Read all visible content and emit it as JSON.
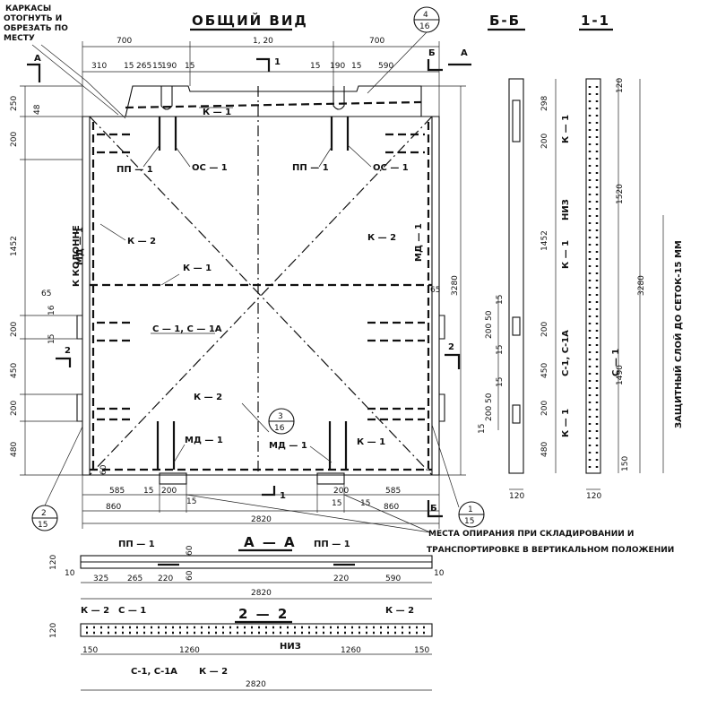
{
  "titles": {
    "general_view": "ОБЩИЙ ВИД",
    "section_bb": "Б-Б",
    "section_11": "1-1",
    "section_aa": "А — А",
    "section_22": "2 — 2"
  },
  "notes": {
    "frames_line1": "КАРКАСЫ",
    "frames_line2": "ОТОГНУТЬ И",
    "frames_line3": "ОБРЕЗАТЬ ПО",
    "frames_line4": "МЕСТУ",
    "support_line1": "МЕСТА ОПИРАНИЯ ПРИ СКЛАДИРОВАНИИ И",
    "support_line2": "ТРАНСПОРТИРОВКЕ В ВЕРТИКАЛЬНОМ ПОЛОЖЕНИИ",
    "to_column": "К КОЛОННЕ",
    "protective_layer": "ЗАЩИТНЫЙ СЛОЙ ДО СЕТОК-15 ММ",
    "bottom": "НИЗ"
  },
  "callouts": {
    "c1_top": "4",
    "c1_bot": "16",
    "c2_top": "3",
    "c2_bot": "16",
    "c3_top": "2",
    "c3_bot": "15",
    "c4_top": "1",
    "c4_bot": "15"
  },
  "section_marks": {
    "a_left": "А",
    "a_right": "А",
    "b_top": "Б",
    "b_bottom": "Б",
    "one_top": "1",
    "one_bottom": "1",
    "two_left": "2",
    "two_right": "2"
  },
  "labels": {
    "k1": "К — 1",
    "k2": "К — 2",
    "pp1": "ПП — 1",
    "os1": "ОС — 1",
    "md1": "МД — 1",
    "c1c1a": "С — 1, С — 1А",
    "c1": "С — 1",
    "c1c1a_b": "С-1, С-1А"
  },
  "dims_general": {
    "top_700_l": "700",
    "top_120": "1, 20",
    "top_700_r": "700",
    "top_310": "310",
    "top_15a": "15",
    "top_265": "265",
    "top_15b": "15",
    "top_190a": "190",
    "top_15c": "15",
    "top_15d": "15",
    "top_190b": "190",
    "top_15e": "15",
    "top_590": "590",
    "left_250": "250",
    "left_48": "48",
    "left_200a": "200",
    "left_1452": "1452",
    "left_65": "65",
    "left_16": "16",
    "left_200b": "200",
    "left_15": "15",
    "left_450": "450",
    "left_200c": "200",
    "left_480": "480",
    "right_65": "65",
    "right_3280": "3280",
    "bot_60": "60",
    "bot_585_l": "585",
    "bot_15a": "15",
    "bot_200_l": "200",
    "bot_15b": "15",
    "bot_860_l": "860",
    "bot_200_r": "200",
    "bot_15c": "15",
    "bot_15d": "15",
    "bot_585_r": "585",
    "bot_860_r": "860",
    "bot_2820": "2820"
  },
  "dims_bb": {
    "s200_50a": "200 50",
    "s15a": "15",
    "s15b": "15",
    "s200_50b": "200 50",
    "s15c": "15",
    "s15d": "15",
    "w120": "120"
  },
  "dims_11": {
    "d120": "120",
    "d298": "298",
    "d200a": "200",
    "d1452": "1452",
    "d1520": "1520",
    "d3280": "3280",
    "d200b": "200",
    "d450": "450",
    "d200c": "200",
    "d1490": "1490",
    "d480": "480",
    "d150": "150",
    "w120": "120"
  },
  "dims_aa": {
    "h120": "120",
    "h60a": "60",
    "h60b": "60",
    "l10": "10",
    "r10": "10",
    "d325": "325",
    "d265": "265",
    "d220a": "220",
    "d220b": "220",
    "d590": "590",
    "d2820": "2820"
  },
  "dims_22": {
    "h120": "120",
    "d150a": "150",
    "d1260a": "1260",
    "d1260b": "1260",
    "d150b": "150",
    "d2820": "2820"
  }
}
